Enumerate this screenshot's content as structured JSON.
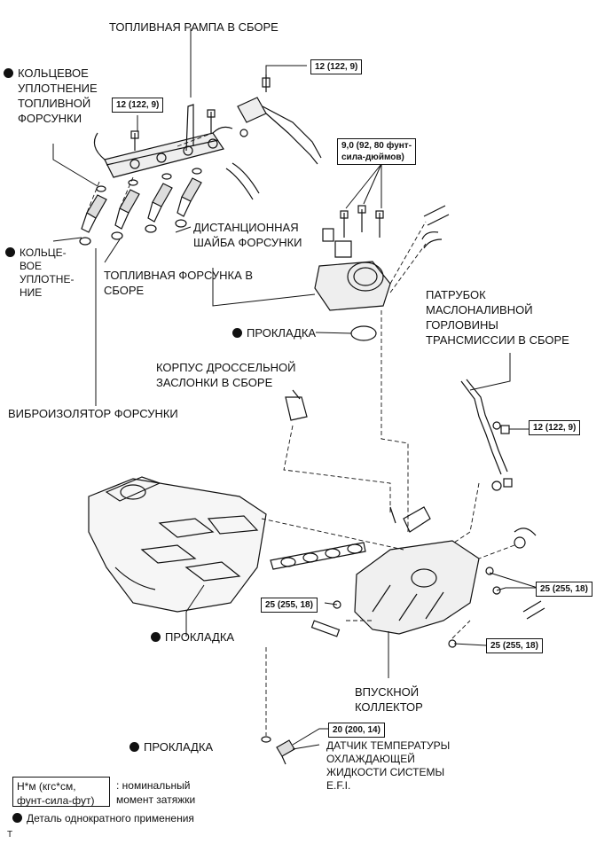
{
  "labels": {
    "fuel_rail": "ТОПЛИВНАЯ РАМПА В СБОРЕ",
    "o_ring_injector": [
      "КОЛЬЦЕВОЕ",
      "УПЛОТНЕНИЕ",
      "ТОПЛИВНОЙ",
      "ФОРСУНКИ"
    ],
    "o_ring": [
      "КОЛЬЦЕ-",
      "ВОЕ",
      "УПЛОТНЕ-",
      "НИЕ"
    ],
    "spacer": [
      "ДИСТАНЦИОННАЯ",
      "ШАЙБА ФОРСУНКИ"
    ],
    "injector": [
      "ТОПЛИВНАЯ ФОРСУНКА В",
      "СБОРЕ"
    ],
    "gasket_tb": "ПРОКЛАДКА",
    "throttle_body": [
      "КОРПУС ДРОССЕЛЬНОЙ",
      "ЗАСЛОНКИ В СБОРЕ"
    ],
    "insulator": "ВИБРОИЗОЛЯТОР ФОРСУНКИ",
    "oil_filler": [
      "ПАТРУБОК",
      "МАСЛОНАЛИВНОЙ",
      "ГОРЛОВИНЫ",
      "ТРАНСМИССИИ В СБОРЕ"
    ],
    "gasket_manifold": "ПРОКЛАДКА",
    "intake_manifold": [
      "ВПУСКНОЙ",
      "КОЛЛЕКТОР"
    ],
    "gasket_sensor": "ПРОКЛАДКА",
    "temp_sensor": [
      "ДАТЧИК ТЕМПЕРАТУРЫ",
      "ОХЛАЖДАЮЩЕЙ",
      "ЖИДКОСТИ СИСТЕМЫ",
      "E.F.I."
    ]
  },
  "torque": {
    "rail_top": "12 (122, 9)",
    "rail_left": "12 (122, 9)",
    "throttle": [
      "9,0 (92, 80 фунт-",
      "сила-дюймов)"
    ],
    "oil_filler": "12 (122, 9)",
    "manifold_right": "25 (255, 18)",
    "manifold_left": "25 (255, 18)",
    "manifold_bottom": "25 (255, 18)",
    "sensor": "20 (200, 14)"
  },
  "legend": {
    "box": [
      "Н*м (кгс*см,",
      "фунт-сила-фут)"
    ],
    "text": [
      ": номинальный",
      "момент затяжки"
    ],
    "once": "Деталь однократного применения",
    "corner": "T"
  }
}
